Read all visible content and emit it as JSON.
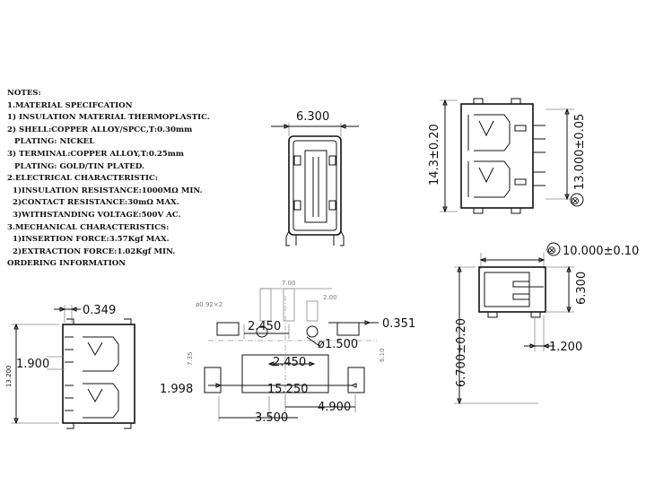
{
  "notes": {
    "header": "NOTES:",
    "lines": [
      {
        "text": "1.MATERIAL SPECIFCATION",
        "level": 1
      },
      {
        "text": "1) INSULATION MATERIAL THERMOPLASTIC.",
        "level": 1
      },
      {
        "text": "2) SHELL:COPPER ALLOY/SPCC,T:0.30mm",
        "level": 1
      },
      {
        "text": "   PLATING: NICKEL",
        "level": 2
      },
      {
        "text": "3) TERMINAL:COPPER ALLOY,T:0.25mm",
        "level": 1
      },
      {
        "text": "   PLATING: GOLD/TIN PLATED.",
        "level": 2
      },
      {
        "text": "2.ELECTRICAL CHARACTERISTIC:",
        "level": 1
      },
      {
        "text": "1)INSULATION RESISTANCE:1000MΩ MIN.",
        "level": 3
      },
      {
        "text": "2)CONTACT RESISTANCE:30mΩ MAX.",
        "level": 3
      },
      {
        "text": "3)WITHSTANDING VOLTAGE:500V AC.",
        "level": 3
      },
      {
        "text": "3.MECHANICAL CHARACTERISTICS:",
        "level": 1
      },
      {
        "text": "1)INSERTION FORCE:3.57Kgf MAX.",
        "level": 3
      },
      {
        "text": "2)EXTRACTION FORCE:1.02Kgf MIN.",
        "level": 3
      },
      {
        "text": " ORDERING INFORMATION",
        "level": 1
      }
    ]
  },
  "dimensions": {
    "front_width": "6.300",
    "side_height": "14.3±0.20",
    "side_pitch": "13.000±0.05",
    "top_span": "10.000±0.10",
    "top_depth": "6.300",
    "top_height": "6.700±0.20",
    "top_pin": "1.200",
    "bottom_gap": "0.349",
    "bottom_pitch": "1.900",
    "bottom_height": "13.200",
    "fp_pad_top": "2.450",
    "fp_pad_right": "0.351",
    "fp_hole": "ø1.500",
    "fp_pitch": "2.450",
    "fp_left": "1.998",
    "fp_total": "15.250",
    "fp_center": "4.900",
    "fp_offset": "3.500",
    "fp_small_w": "7.00",
    "fp_small_r": "2.00",
    "fp_small_h": "7.35",
    "fp_small_v": "6.10",
    "fp_hole_note": "ø0.92×2"
  },
  "symbols": {
    "datum_1": "⊗",
    "datum_2": "⊗"
  }
}
